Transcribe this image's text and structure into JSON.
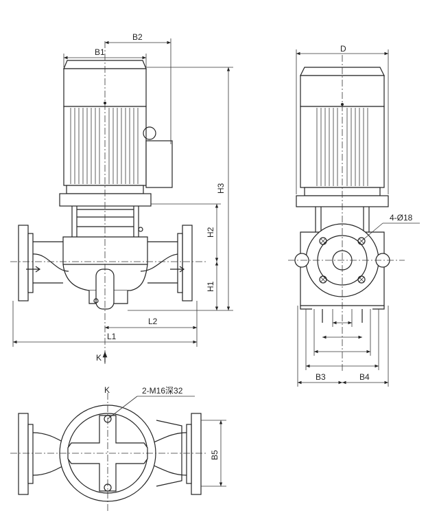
{
  "labels": {
    "B1": "B1",
    "B2": "B2",
    "D": "D",
    "H1": "H1",
    "H2": "H2",
    "H3": "H3",
    "L1": "L1",
    "L2": "L2",
    "K_front": "K",
    "K_top": "K",
    "B3": "B3",
    "B4": "B4",
    "B5": "B5",
    "bolt_holes": "4-Ø18",
    "thread": "2-M16深32"
  }
}
